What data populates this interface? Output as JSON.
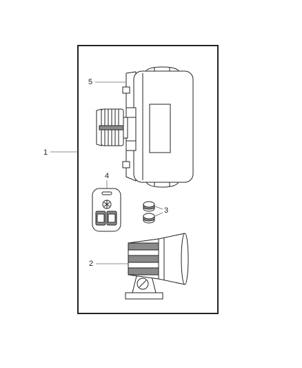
{
  "diagram": {
    "callouts": {
      "c1": "1",
      "c2": "2",
      "c3": "3",
      "c4": "4",
      "c5": "5"
    }
  },
  "colors": {
    "line": "#222222",
    "leader": "#666666",
    "shade": "#8a8a8a",
    "background": "#ffffff"
  }
}
